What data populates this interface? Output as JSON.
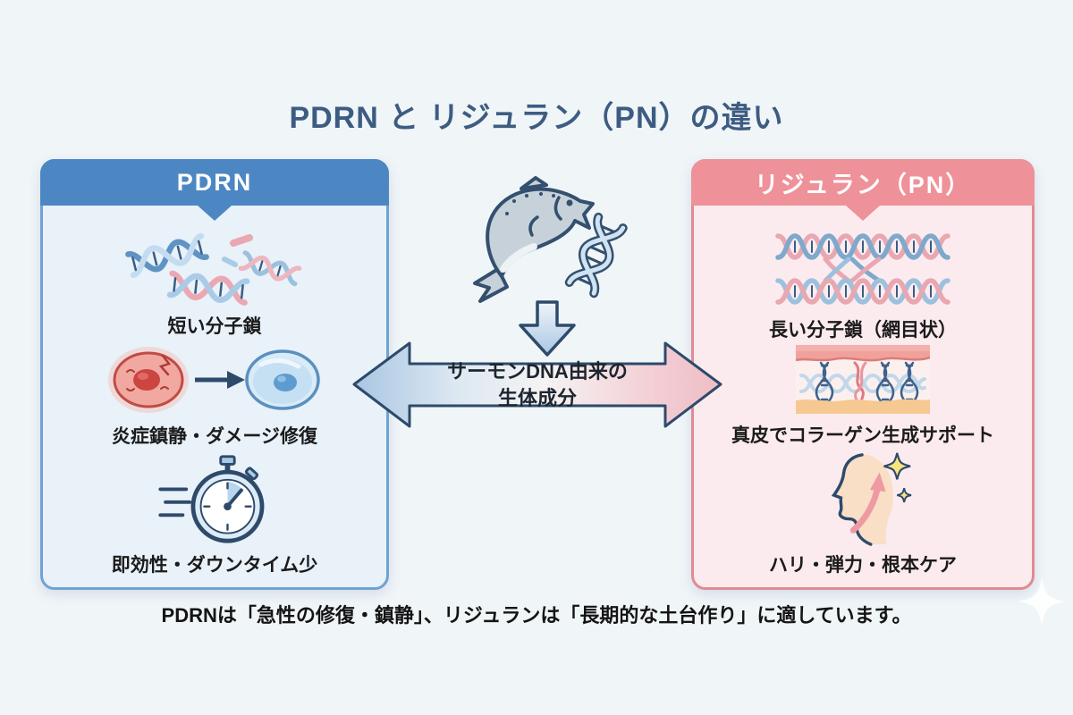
{
  "title": "PDRN と リジュラン（PN）の違い",
  "palette": {
    "title_color": "#3d5c82",
    "outline_navy": "#2e4a6b",
    "left_header_bg": "#4d87c3",
    "left_body_bg": "#e9f1f9",
    "right_header_bg": "#ee9199",
    "right_body_bg": "#fcebee",
    "arrow_blue": "#a9c6e2",
    "arrow_pink": "#efbcc5"
  },
  "left_panel": {
    "header": "PDRN",
    "items": [
      {
        "icon": "dna-fragments-icon",
        "label": "短い分子鎖"
      },
      {
        "icon": "cell-repair-icon",
        "label": "炎症鎮静・ダメージ修復"
      },
      {
        "icon": "stopwatch-icon",
        "label": "即効性・ダウンタイム少"
      }
    ]
  },
  "right_panel": {
    "header": "リジュラン（PN）",
    "items": [
      {
        "icon": "dna-mesh-icon",
        "label": "長い分子鎖（網目状）"
      },
      {
        "icon": "dermis-collagen-icon",
        "label": "真皮でコラーゲン生成サポート"
      },
      {
        "icon": "face-lift-icon",
        "label": "ハリ・弾力・根本ケア"
      }
    ]
  },
  "center": {
    "icon": "salmon-dna-icon",
    "label_line1": "サーモンDNA由来の",
    "label_line2": "生体成分"
  },
  "footer": "PDRNは「急性の修復・鎮静」、リジュランは「長期的な土台作り」に適しています。",
  "decor": {
    "sparkle": "sparkle-icon"
  }
}
